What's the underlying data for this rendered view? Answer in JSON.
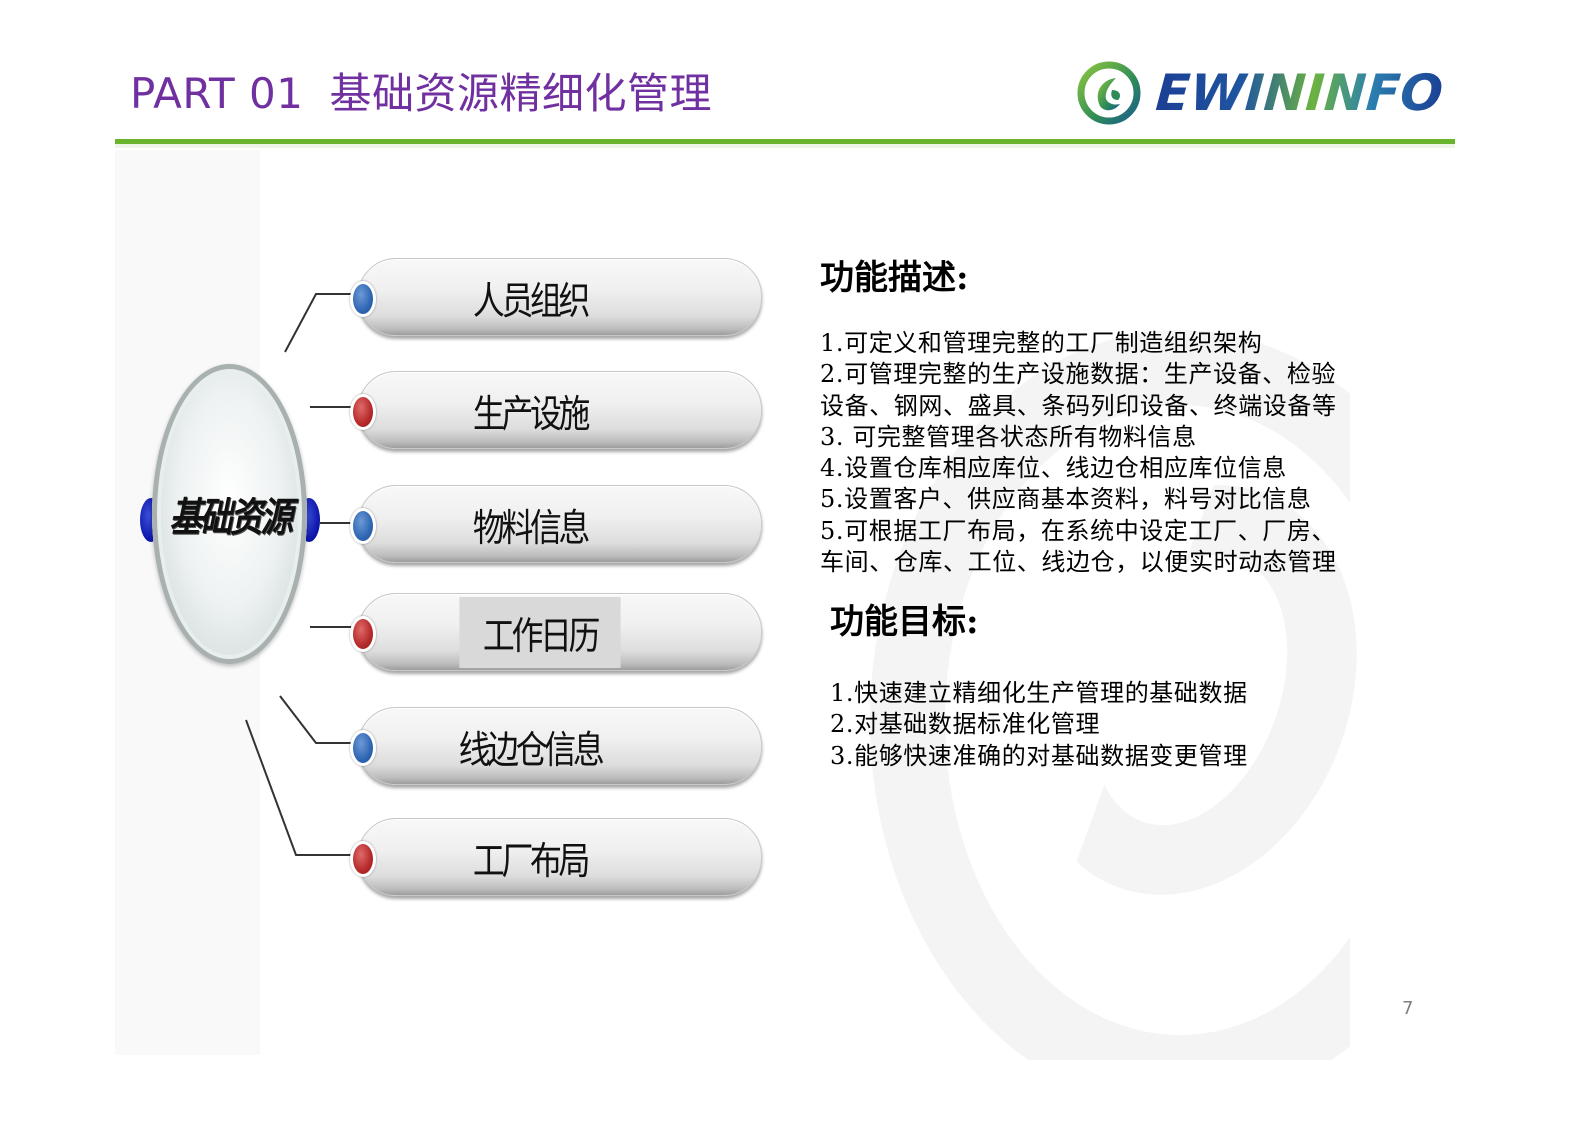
{
  "header": {
    "part": "PART 01",
    "title": "基础资源精细化管理",
    "logo_text": "EWININFO",
    "accent_color": "#7030a0",
    "rule_color": "#6ab42d"
  },
  "diagram": {
    "hub_label": "基础资源",
    "nodes": [
      {
        "label": "人员组织",
        "dot": "blue"
      },
      {
        "label": "生产设施",
        "dot": "red"
      },
      {
        "label": "物料信息",
        "dot": "blue"
      },
      {
        "label": "工作日历",
        "dot": "red"
      },
      {
        "label": "线边仓信息",
        "dot": "blue"
      },
      {
        "label": "工厂布局",
        "dot": "red"
      }
    ]
  },
  "description": {
    "title": "功能描述:",
    "lines": [
      "1.可定义和管理完整的工厂制造组织架构",
      "2.可管理完整的生产设施数据：生产设备、检验",
      "设备、钢网、盛具、条码列印设备、终端设备等",
      "3. 可完整管理各状态所有物料信息",
      "4.设置仓库相应库位、线边仓相应库位信息",
      "5.设置客户、供应商基本资料，料号对比信息",
      "5.可根据工厂布局，在系统中设定工厂、厂房、",
      "车间、仓库、工位、线边仓，以便实时动态管理"
    ]
  },
  "goals": {
    "title": "功能目标:",
    "lines": [
      "1.快速建立精细化生产管理的基础数据",
      "2.对基础数据标准化管理",
      "3.能够快速准确的对基础数据变更管理"
    ]
  },
  "footer": {
    "page_number": "7"
  }
}
